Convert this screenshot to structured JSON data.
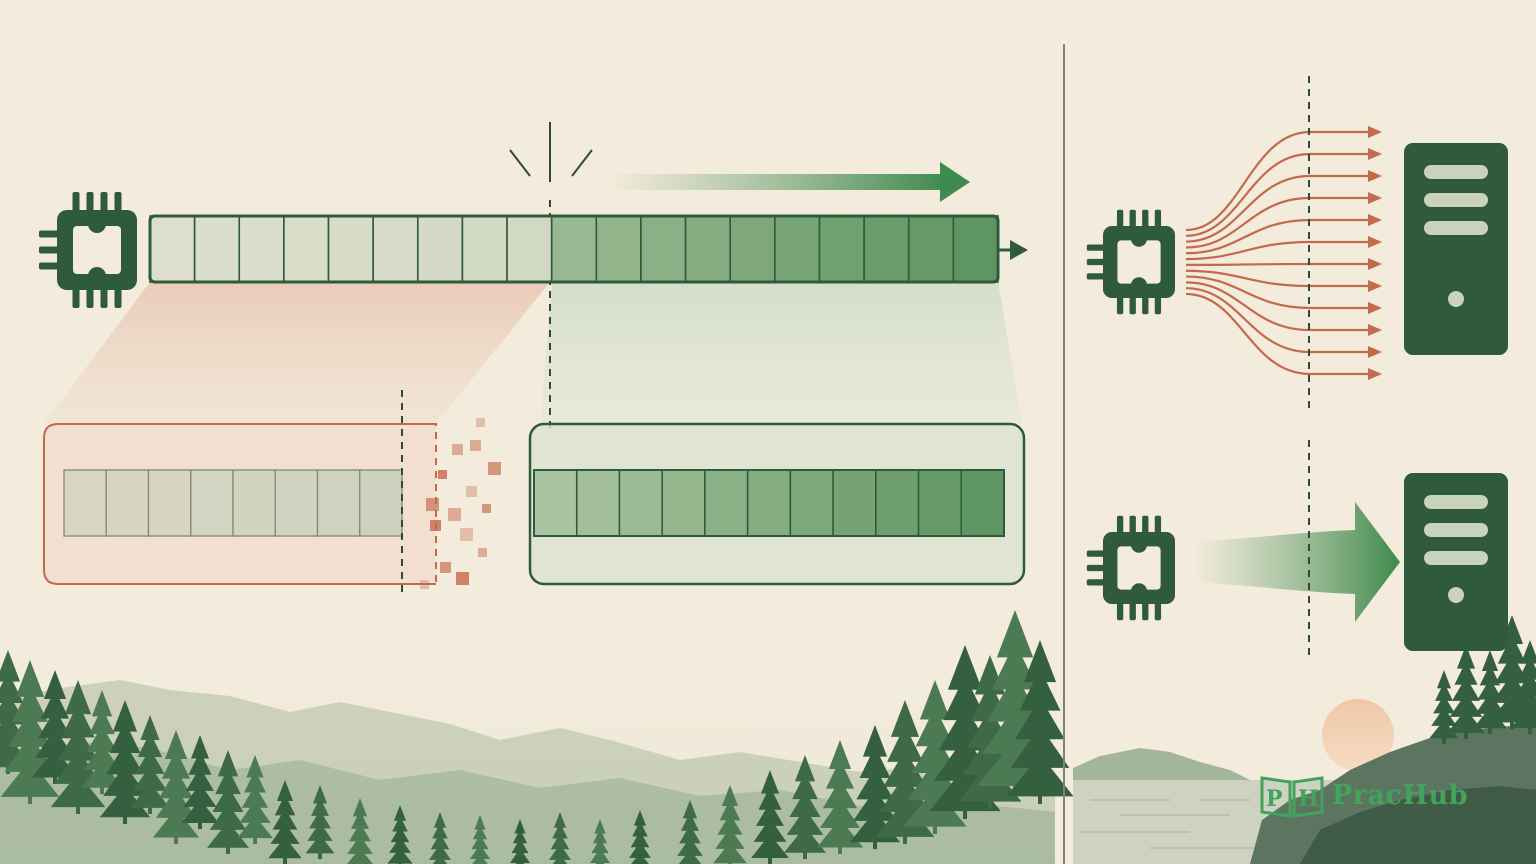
{
  "brand": {
    "name": "PracHub",
    "monogram": "PH",
    "icon": "open-book-icon",
    "color": "#43a35b"
  },
  "colors": {
    "background": "#f3ecdc",
    "dark_green": "#2f5a3d",
    "mid_green": "#6f9e72",
    "light_green": "#d6dec9",
    "rust": "#c4694c",
    "rust_light": "#eccfbf"
  },
  "diagram": {
    "icons": [
      "chip-icon",
      "server-icon",
      "pine-forest",
      "mountain-range",
      "sunset-sun",
      "coastline"
    ],
    "main_sequence": {
      "total_cells": 19,
      "dropped_cells": 9,
      "kept_cells": 10
    },
    "dropped_window": {
      "cells": 8
    },
    "kept_window": {
      "cells": 11
    },
    "parallel_connections": {
      "arrow_count": 12
    }
  }
}
